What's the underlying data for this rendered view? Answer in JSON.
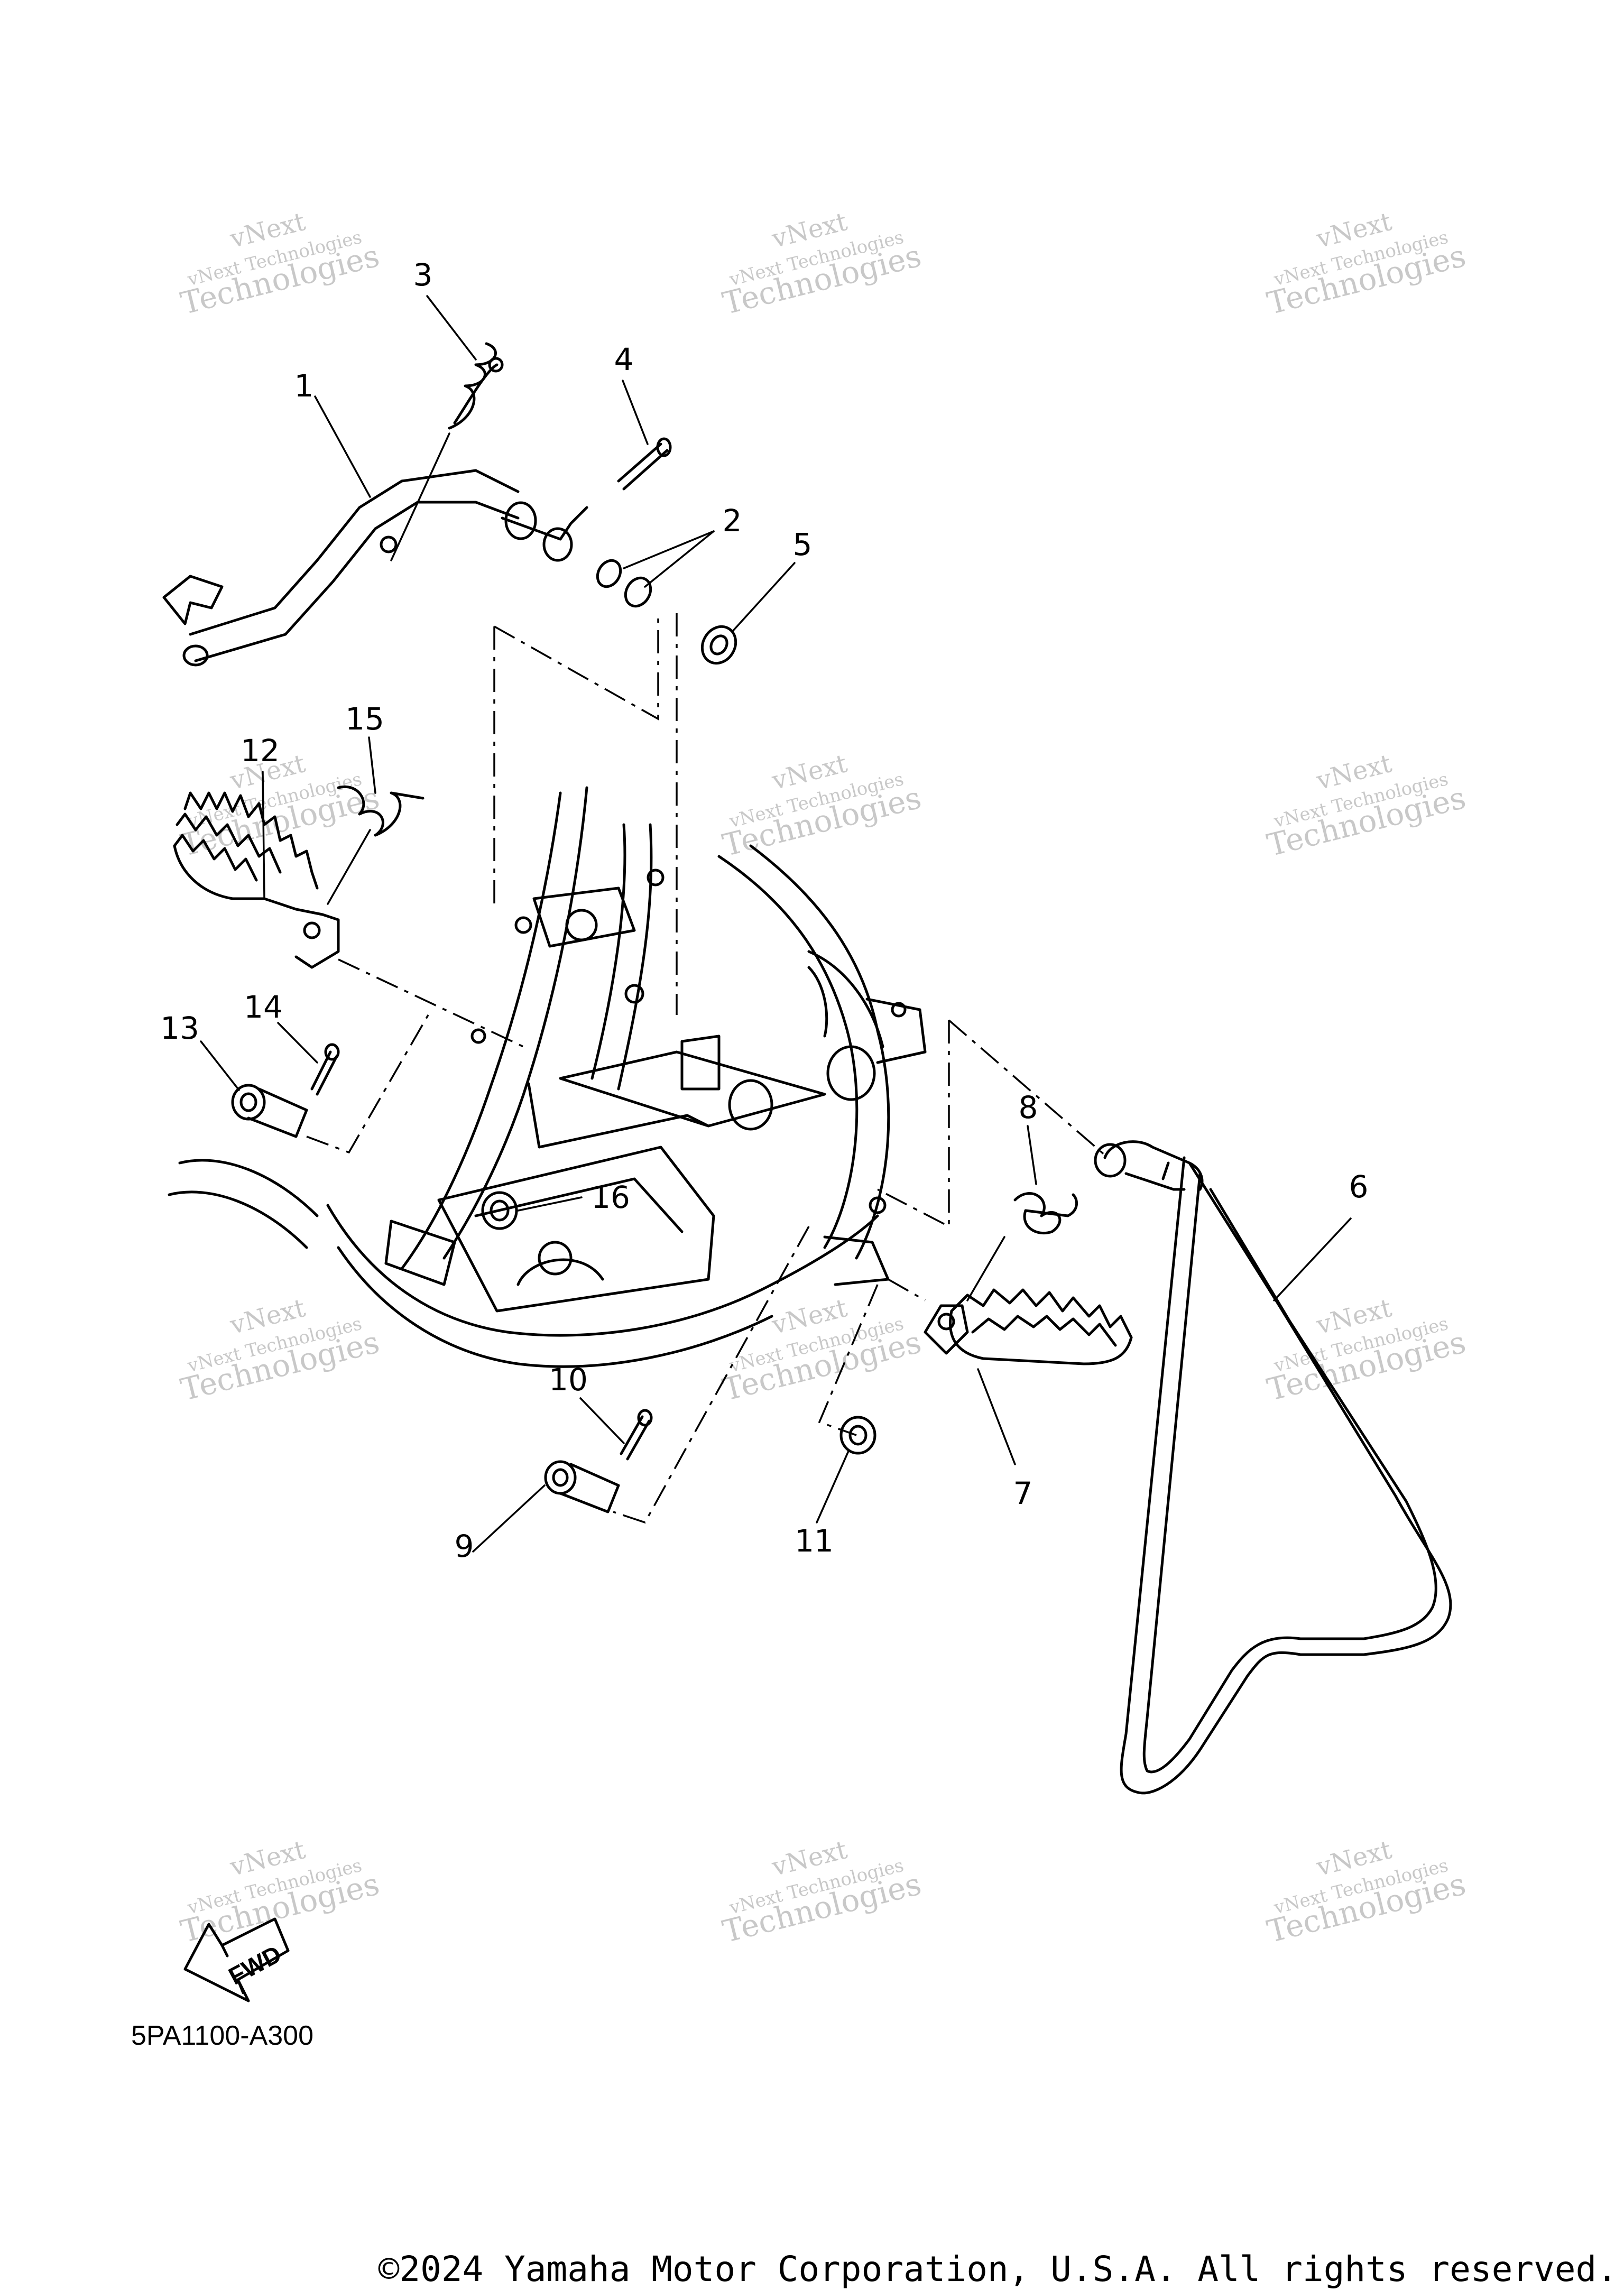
{
  "diagram": {
    "callouts": [
      "1",
      "2",
      "3",
      "4",
      "5",
      "6",
      "7",
      "8",
      "9",
      "10",
      "11",
      "12",
      "13",
      "14",
      "15",
      "16"
    ],
    "watermark": {
      "line1": "vNext",
      "line2": "vNext Technologies",
      "line3": "Technologies"
    },
    "fwd_label": "FWD",
    "diagram_code": "5PA1100-A300",
    "copyright": "©2024 Yamaha Motor Corporation, U.S.A. All rights reserved."
  }
}
